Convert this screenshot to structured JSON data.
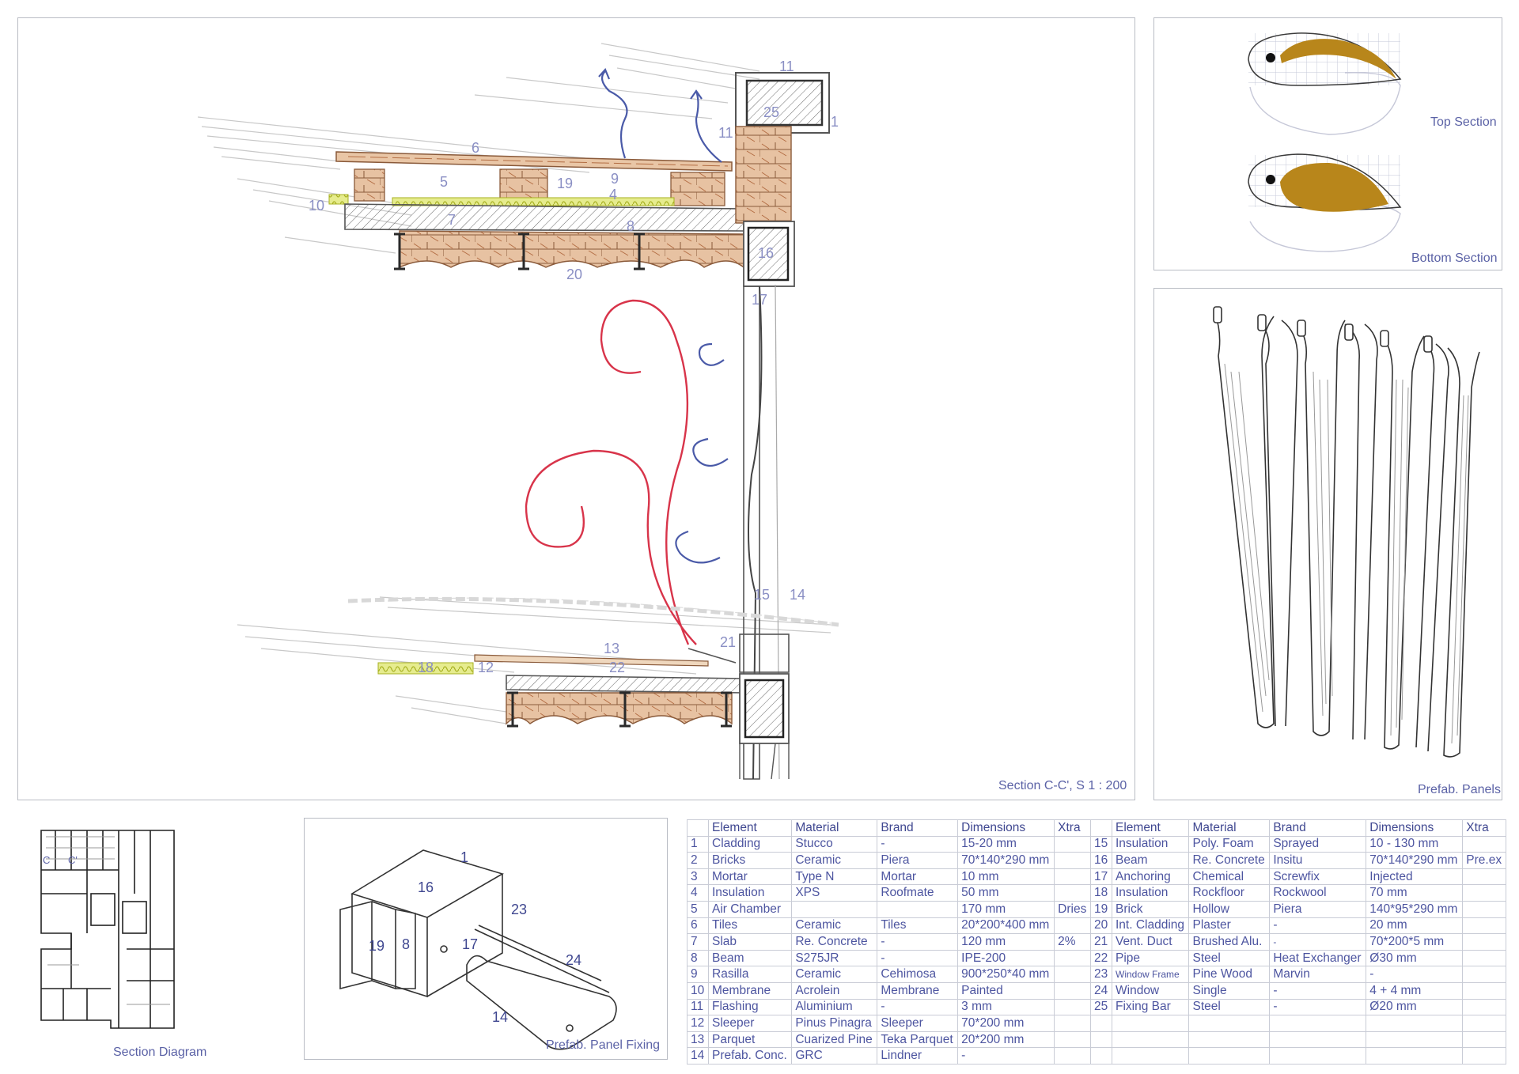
{
  "captions": {
    "main_section": "Section C-C', S 1 : 200",
    "top_section": "Top Section",
    "bottom_section": "Bottom Section",
    "prefab_panels": "Prefab. Panels",
    "section_diagram": "Section Diagram",
    "panel_fixing": "Prefab. Panel Fixing"
  },
  "section_labels": [
    "1",
    "4",
    "5",
    "6",
    "7",
    "8",
    "9",
    "10",
    "11",
    "11",
    "12",
    "13",
    "14",
    "15",
    "16",
    "17",
    "18",
    "19",
    "20",
    "21",
    "22",
    "25"
  ],
  "fixing_labels": [
    "1",
    "8",
    "14",
    "16",
    "17",
    "19",
    "23",
    "24"
  ],
  "plan_labels": [
    "C",
    "C'"
  ],
  "colors": {
    "ink": "#5b62a6",
    "brick": "#c98a5a",
    "insulation": "#c8d44a",
    "warm_air": "#d8344a",
    "cool_air": "#4a5aa8",
    "fill_ochre": "#b8861b"
  },
  "table": {
    "headers": [
      "Element",
      "Material",
      "Brand",
      "Dimensions",
      "Xtra"
    ],
    "left": [
      {
        "n": "1",
        "element": "Cladding",
        "material": "Stucco",
        "brand": "-",
        "dim": "15-20 mm",
        "xtra": ""
      },
      {
        "n": "2",
        "element": "Bricks",
        "material": "Ceramic",
        "brand": "Piera",
        "dim": "70*140*290 mm",
        "xtra": ""
      },
      {
        "n": "3",
        "element": "Mortar",
        "material": "Type N",
        "brand": "Mortar",
        "dim": "10 mm",
        "xtra": ""
      },
      {
        "n": "4",
        "element": "Insulation",
        "material": "XPS",
        "brand": "Roofmate",
        "dim": "50 mm",
        "xtra": ""
      },
      {
        "n": "5",
        "element": "Air Chamber",
        "material": "",
        "brand": "",
        "dim": "170 mm",
        "xtra": "Dries"
      },
      {
        "n": "6",
        "element": "Tiles",
        "material": "Ceramic",
        "brand": "Tiles",
        "dim": "20*200*400 mm",
        "xtra": ""
      },
      {
        "n": "7",
        "element": "Slab",
        "material": "Re. Concrete",
        "brand": "-",
        "dim": "120 mm",
        "xtra": "2%"
      },
      {
        "n": "8",
        "element": "Beam",
        "material": "S275JR",
        "brand": "-",
        "dim": "IPE-200",
        "xtra": ""
      },
      {
        "n": "9",
        "element": "Rasilla",
        "material": "Ceramic",
        "brand": "Cehimosa",
        "dim": "900*250*40 mm",
        "xtra": ""
      },
      {
        "n": "10",
        "element": "Membrane",
        "material": "Acrolein",
        "brand": "Membrane",
        "dim": "Painted",
        "xtra": ""
      },
      {
        "n": "11",
        "element": "Flashing",
        "material": "Aluminium",
        "brand": "-",
        "dim": "3 mm",
        "xtra": ""
      },
      {
        "n": "12",
        "element": "Sleeper",
        "material": "Pinus Pinagra",
        "brand": "Sleeper",
        "dim": "70*200 mm",
        "xtra": ""
      },
      {
        "n": "13",
        "element": "Parquet",
        "material": "Cuarized Pine",
        "brand": "Teka Parquet",
        "dim": "20*200 mm",
        "xtra": ""
      },
      {
        "n": "14",
        "element": "Prefab. Conc.",
        "material": "GRC",
        "brand": "Lindner",
        "dim": "-",
        "xtra": ""
      }
    ],
    "right": [
      {
        "n": "15",
        "element": "Insulation",
        "material": "Poly. Foam",
        "brand": "Sprayed",
        "dim": "10 - 130 mm",
        "xtra": ""
      },
      {
        "n": "16",
        "element": "Beam",
        "material": "Re. Concrete",
        "brand": "Insitu",
        "dim": "70*140*290 mm",
        "xtra": "Pre.ex"
      },
      {
        "n": "17",
        "element": "Anchoring",
        "material": "Chemical",
        "brand": "Screwfix",
        "dim": "Injected",
        "xtra": ""
      },
      {
        "n": "18",
        "element": "Insulation",
        "material": "Rockfloor",
        "brand": "Rockwool",
        "dim": "70 mm",
        "xtra": ""
      },
      {
        "n": "19",
        "element": "Brick",
        "material": "Hollow",
        "brand": "Piera",
        "dim": "140*95*290 mm",
        "xtra": ""
      },
      {
        "n": "20",
        "element": "Int. Cladding",
        "material": "Plaster",
        "brand": "-",
        "dim": "20 mm",
        "xtra": ""
      },
      {
        "n": "21",
        "element": "Vent. Duct",
        "material": "Brushed Alu.",
        "brand": "-",
        "dim": "70*200*5 mm",
        "xtra": ""
      },
      {
        "n": "22",
        "element": "Pipe",
        "material": "Steel",
        "brand": "Heat Exchanger",
        "dim": "Ø30 mm",
        "xtra": ""
      },
      {
        "n": "23",
        "element": "Window Frame",
        "material": "Pine Wood",
        "brand": "Marvin",
        "dim": "-",
        "xtra": ""
      },
      {
        "n": "24",
        "element": "Window",
        "material": "Single",
        "brand": "-",
        "dim": "4 + 4 mm",
        "xtra": ""
      },
      {
        "n": "25",
        "element": "Fixing Bar",
        "material": "Steel",
        "brand": "-",
        "dim": "Ø20 mm",
        "xtra": ""
      },
      {
        "n": "",
        "element": "",
        "material": "",
        "brand": "",
        "dim": "",
        "xtra": ""
      },
      {
        "n": "",
        "element": "",
        "material": "",
        "brand": "",
        "dim": "",
        "xtra": ""
      },
      {
        "n": "",
        "element": "",
        "material": "",
        "brand": "",
        "dim": "",
        "xtra": ""
      }
    ]
  }
}
